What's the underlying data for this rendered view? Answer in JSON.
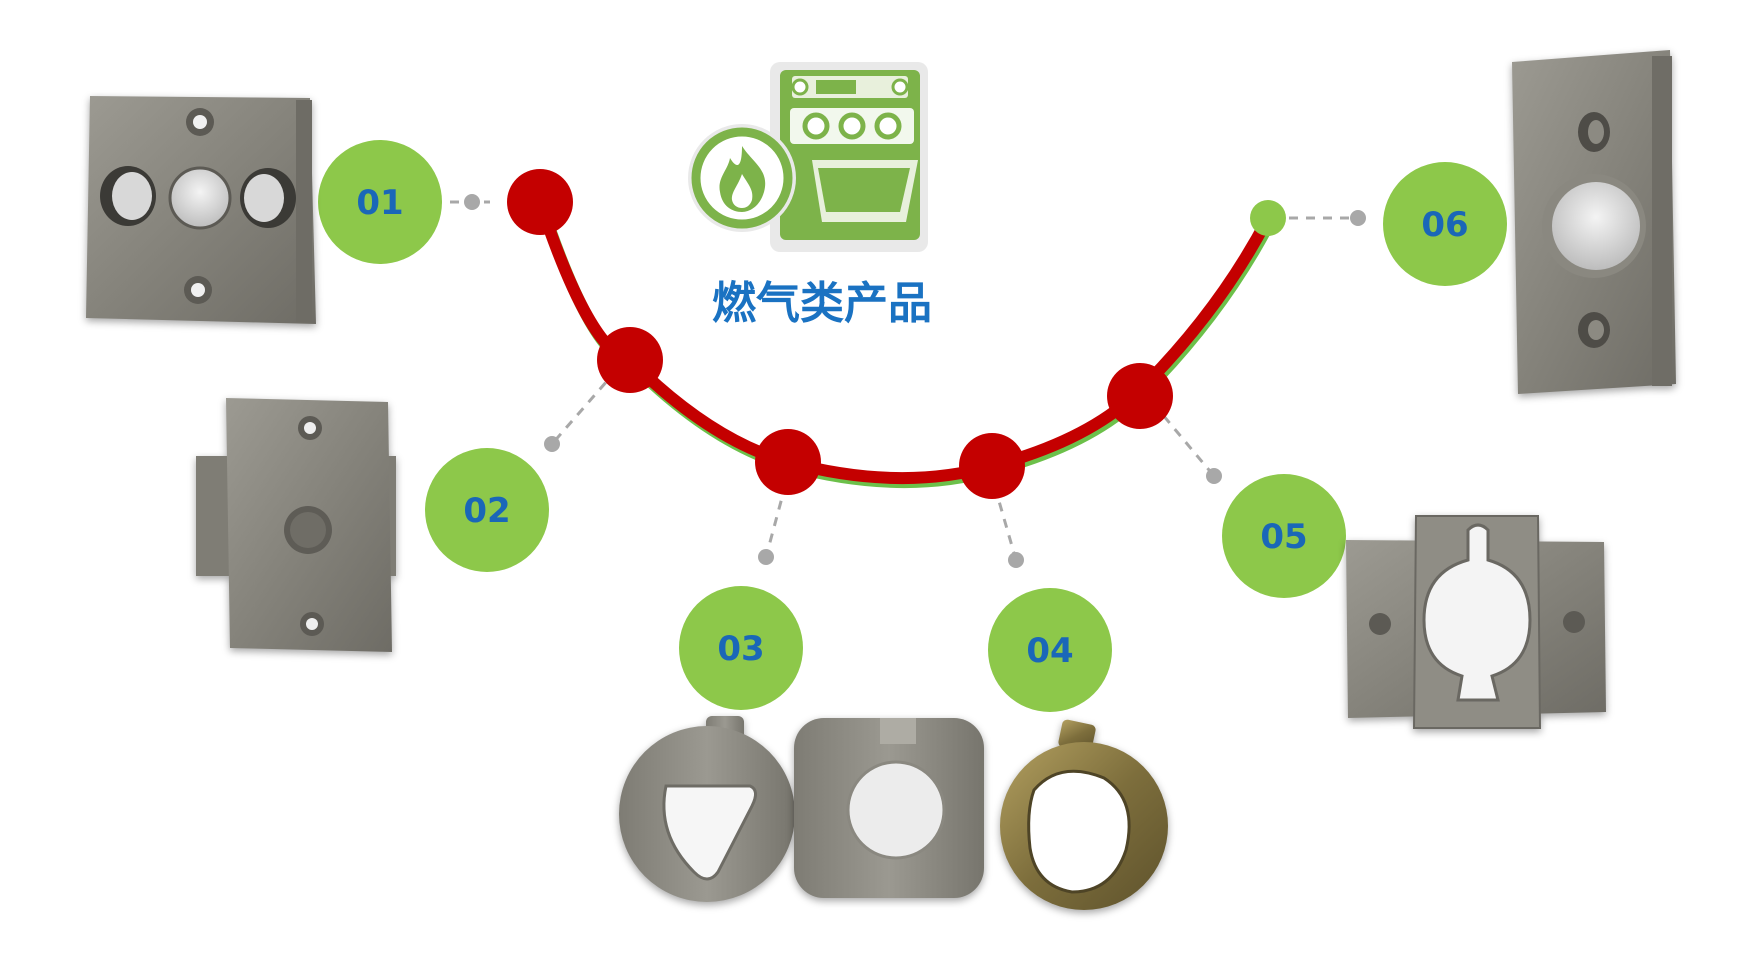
{
  "title": "燃气类产品",
  "badges": [
    {
      "id": "01",
      "label": "01"
    },
    {
      "id": "02",
      "label": "02"
    },
    {
      "id": "03",
      "label": "03"
    },
    {
      "id": "04",
      "label": "04"
    },
    {
      "id": "05",
      "label": "05"
    },
    {
      "id": "06",
      "label": "06"
    }
  ],
  "colors": {
    "badge": "#8dc84a",
    "badge_text": "#1a67b8",
    "arc": "#c40000",
    "arc_under": "#6cc04a",
    "connector": "#a8a8a8",
    "metal": "#8c8a82",
    "title": "#1a72c2"
  },
  "icon": "gas-stove-flame-icon"
}
